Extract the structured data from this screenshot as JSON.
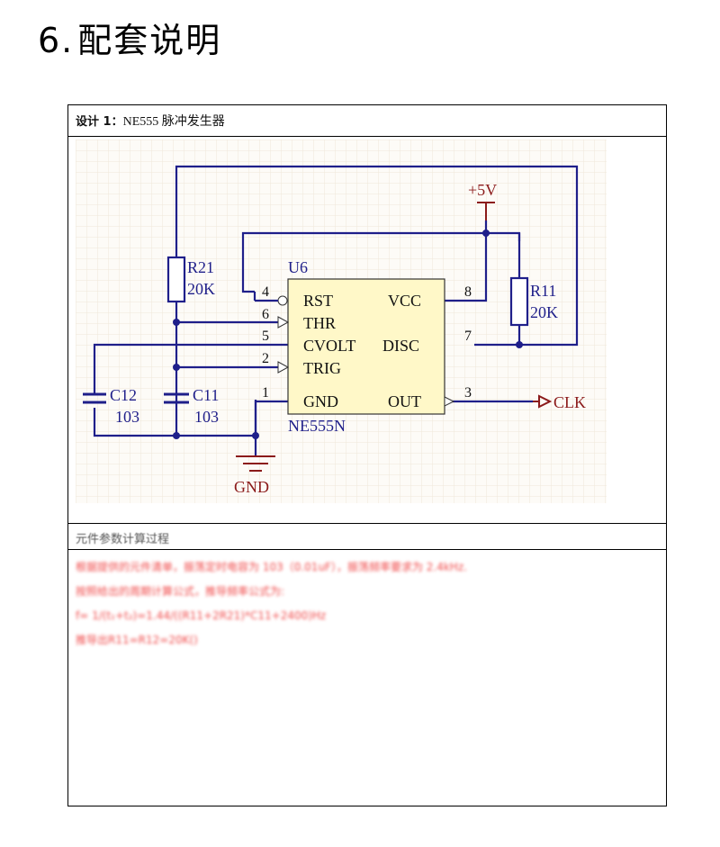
{
  "heading": {
    "number": "6.",
    "text": "配套说明"
  },
  "design": {
    "label": "设计 1：",
    "title": "NE555 脉冲发生器"
  },
  "schematic": {
    "supply": "+5V",
    "chip_ref": "U6",
    "chip_name": "NE555N",
    "pins_left": [
      {
        "num": "4",
        "name": "RST"
      },
      {
        "num": "6",
        "name": "THR"
      },
      {
        "num": "5",
        "name": "CVOLT"
      },
      {
        "num": "2",
        "name": "TRIG"
      },
      {
        "num": "1",
        "name": "GND"
      }
    ],
    "pins_right": [
      {
        "num": "8",
        "name": "VCC"
      },
      {
        "num": "7",
        "name": "DISC"
      },
      {
        "num": "3",
        "name": "OUT"
      }
    ],
    "r21": {
      "ref": "R21",
      "value": "20K"
    },
    "r11": {
      "ref": "R11",
      "value": "20K"
    },
    "c12": {
      "ref": "C12",
      "value": "103"
    },
    "c11": {
      "ref": "C11",
      "value": "103"
    },
    "ground_label": "GND",
    "output_label": "CLK"
  },
  "calc": {
    "heading": "元件参数计算过程",
    "lines": [
      "根据提供的元件清单，振荡定时电容为 103（0.01uF），振荡频率要求为 2.4kHz.",
      "按照给出的周期计算公式，推导频率公式为:",
      "f= 1/(t₁+t₂)=1.44/((R11+2R21)*C11+2400)Hz",
      "推导出R11=R12=20K()"
    ]
  },
  "colors": {
    "wire": "#1f1f8a",
    "chip_fill": "#fff8c8",
    "red_text": "#8b1a1a",
    "grid": "#efe7da",
    "calc_text": "#f04a4a"
  }
}
